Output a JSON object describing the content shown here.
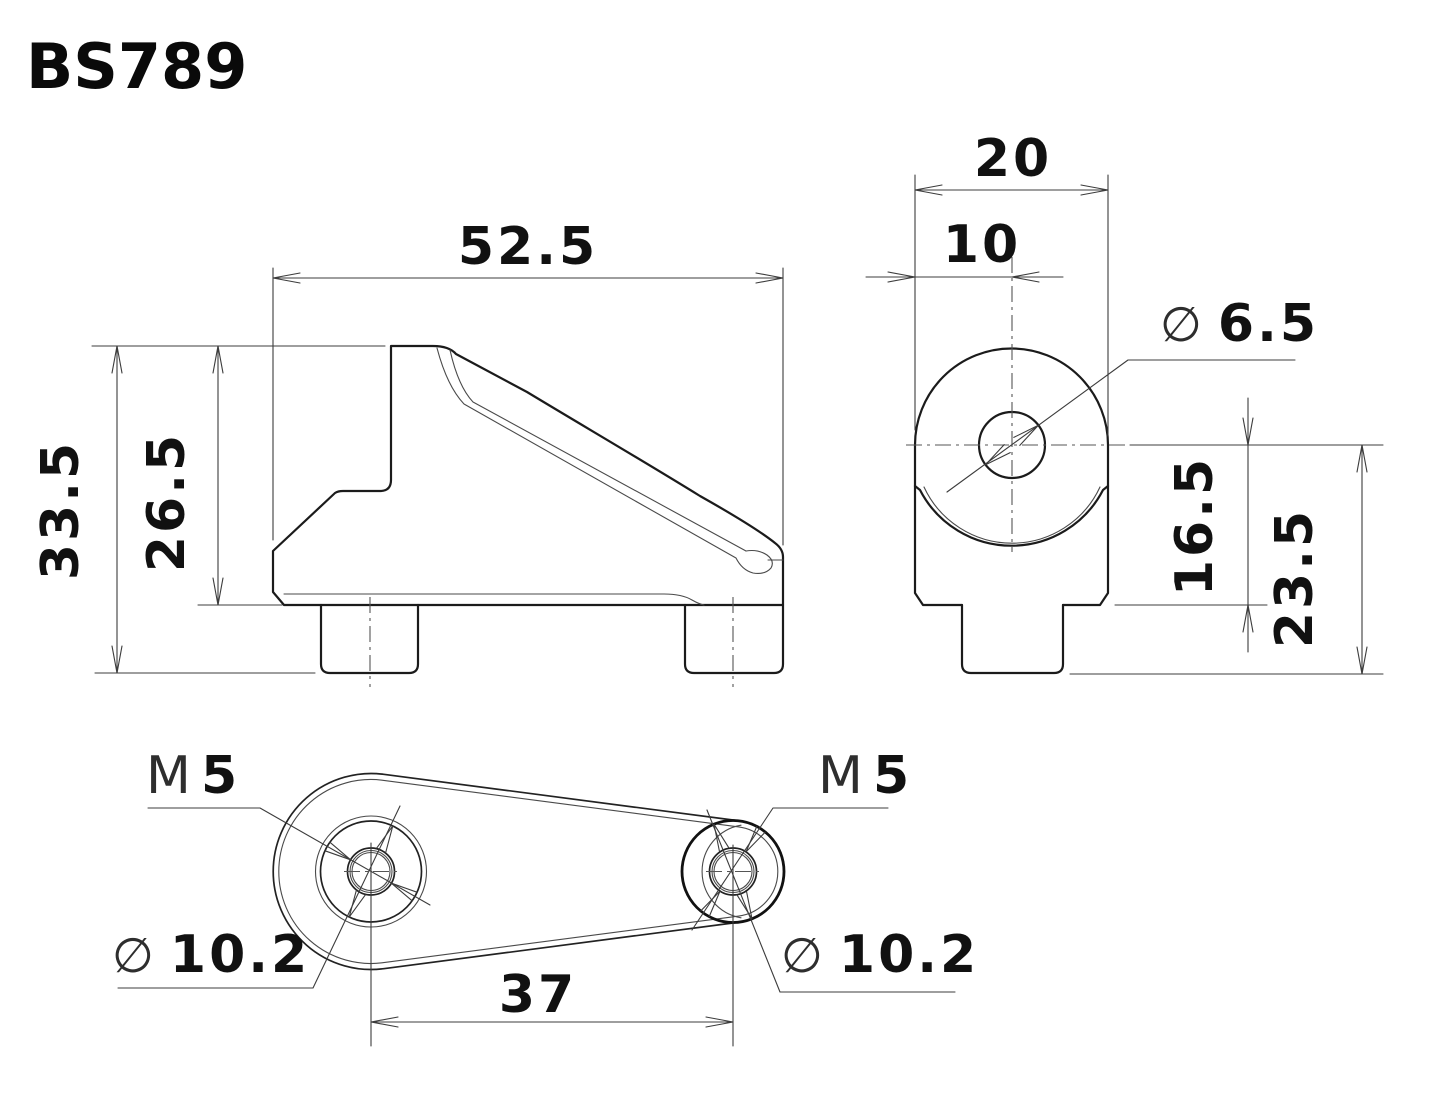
{
  "title": "BS789",
  "symbols": {
    "diameter": "∅"
  },
  "dims": {
    "side_width": "52.5",
    "side_total_height": "33.5",
    "side_body_height": "26.5",
    "front_width": "20",
    "front_hole_offset": "10",
    "front_hole_dia": "6.5",
    "front_saddle_depth": "16.5",
    "front_overall_depth": "23.5",
    "plan_hole_spacing": "37",
    "plan_left_thread": {
      "prefix": "M",
      "size": "5"
    },
    "plan_right_thread": {
      "prefix": "M",
      "size": "5"
    },
    "plan_left_cbore": "10.2",
    "plan_right_cbore": "10.2"
  }
}
